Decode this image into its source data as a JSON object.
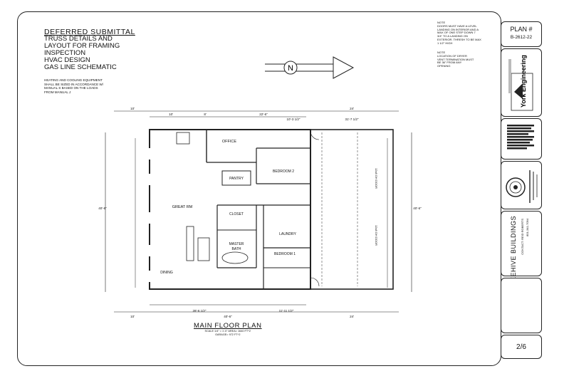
{
  "notes": {
    "heading": "DEFERRED SUBMITTAL",
    "lines": [
      "TRUSS DETAILS AND",
      "LAYOUT FOR FRAMING",
      "INSPECTION",
      "HVAC DESIGN",
      "GAS LINE SCHEMATIC"
    ],
    "hvac": [
      "HEATING AND COOLING EQUIPMENT",
      "SHALL BE SIZED IN ACCORDANCE W/",
      "MANUAL S BASED ON THE LOADS",
      "FROM MANUAL J"
    ]
  },
  "door_note": [
    "NOTE",
    "DOORS MUST HAVE A LEVEL",
    "LANDING ON INTERIOR AND A",
    "MAX OF ONE STEP DOWN 7",
    "3/4\" TO A LANDING ON",
    "EXTERIOR. THRESH TO BE MAX",
    "1 1/2\" HIGH"
  ],
  "vent_note": [
    "NOTE",
    "LOCATION OF DRYER",
    "VENT TERMINATION MUST",
    "BE 36\" FROM ANY",
    "OPENING"
  ],
  "north_letter": "N",
  "title_block": {
    "plan_label": "PLAN #",
    "plan_number": "B-2612-22",
    "engineer": "York Engineering",
    "project": "BEEHIVE BUILDINGS",
    "contact_1": "CONTACT: REID ROBERTS",
    "contact_2": "801-341-7094"
  },
  "plan": {
    "rooms": [
      "OFFICE",
      "PANTRY",
      "BEDROOM 2",
      "GREAT RM",
      "CLOSET",
      "LAUNDRY",
      "MASTER",
      "BATH",
      "BEDROOM 1",
      "DINING"
    ],
    "overall_width": "40'-6\"",
    "garage_width": "24'",
    "left_offset": "10'",
    "depth": "40'-6\"",
    "top_dims": [
      "10'",
      "8'",
      "22'-6\"",
      "10'-3 1/2\"",
      "31'-7 1/2\""
    ],
    "door_label": "12x8 OH DOOR",
    "bottom_dims": [
      "28'-6 1/2\"",
      "11'-11 1/2\""
    ]
  },
  "caption": {
    "title": "MAIN FLOOR PLAN",
    "scale": "SCALE 1/4\" = 1'-0\"  AREA= 1640 FT^2",
    "garage": "GARAGE= 972 FT^2"
  },
  "page_number": "2/6"
}
